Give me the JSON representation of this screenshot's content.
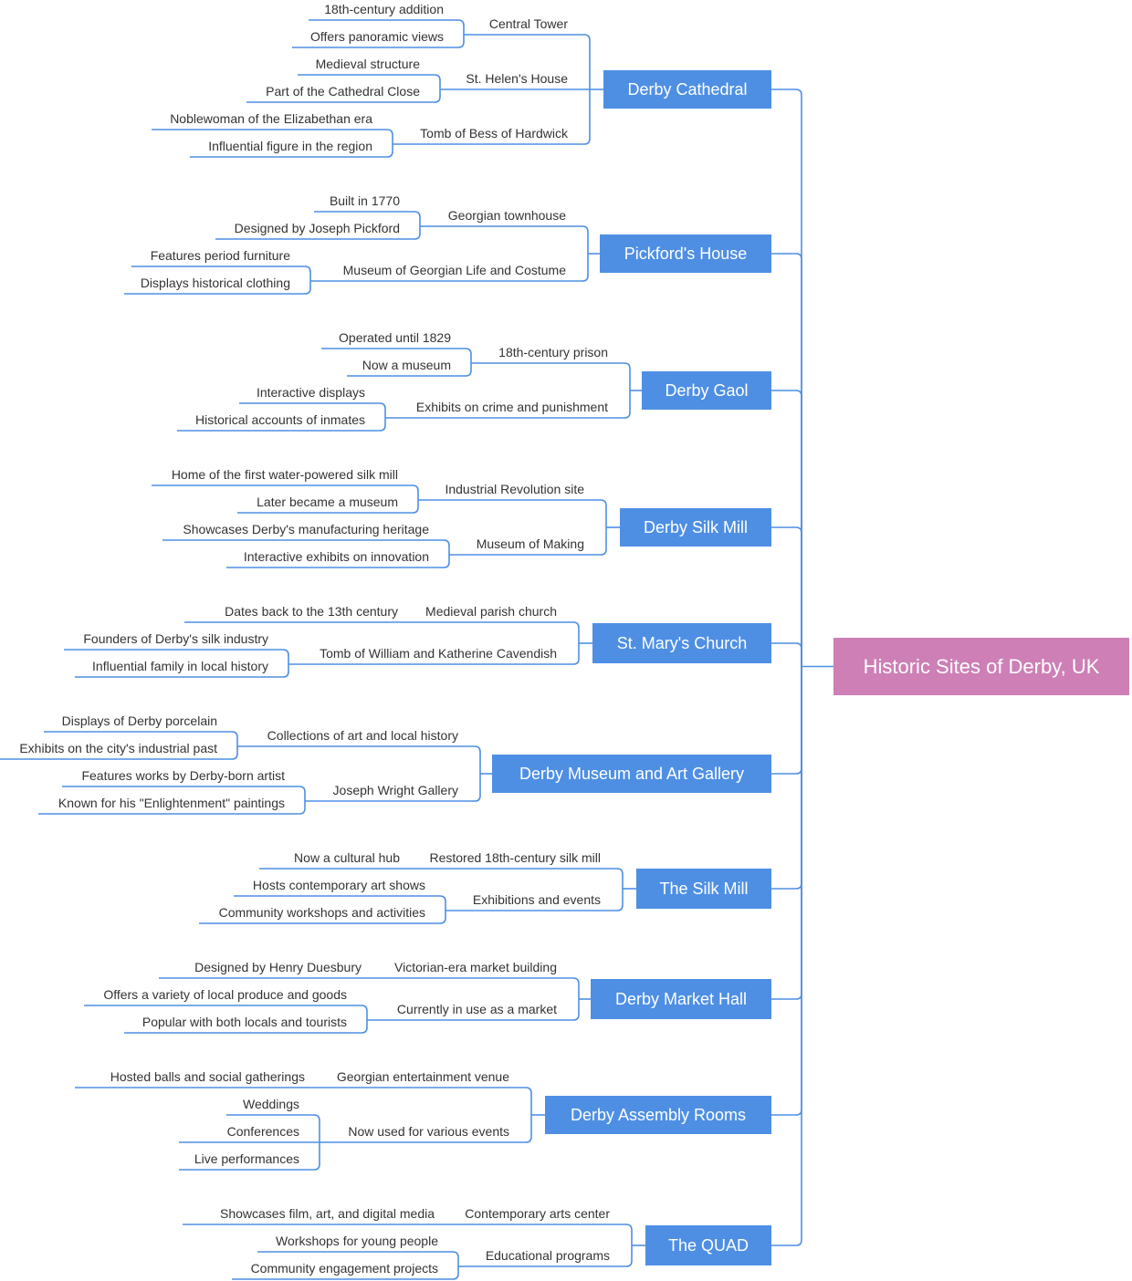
{
  "diagram": {
    "root": "Historic Sites of Derby, UK",
    "colors": {
      "root": "#cd7fb6",
      "site": "#4e8fe4",
      "line": "#4e8fe4",
      "text": "#333333"
    },
    "sites": [
      {
        "label": "Derby Cathedral",
        "children": [
          {
            "label": "Central Tower",
            "children": [
              "18th-century addition",
              "Offers panoramic views"
            ]
          },
          {
            "label": "St. Helen's House",
            "children": [
              "Medieval structure",
              "Part of the Cathedral Close"
            ]
          },
          {
            "label": "Tomb of Bess of Hardwick",
            "children": [
              "Noblewoman of the Elizabethan era",
              "Influential figure in the region"
            ]
          }
        ]
      },
      {
        "label": "Pickford's House",
        "children": [
          {
            "label": "Georgian townhouse",
            "children": [
              "Built in 1770",
              "Designed by Joseph Pickford"
            ]
          },
          {
            "label": "Museum of Georgian Life and Costume",
            "children": [
              "Features period furniture",
              "Displays historical clothing"
            ]
          }
        ]
      },
      {
        "label": "Derby Gaol",
        "children": [
          {
            "label": "18th-century prison",
            "children": [
              "Operated until 1829",
              "Now a museum"
            ]
          },
          {
            "label": "Exhibits on crime and punishment",
            "children": [
              "Interactive displays",
              "Historical accounts of inmates"
            ]
          }
        ]
      },
      {
        "label": "Derby Silk Mill",
        "children": [
          {
            "label": "Industrial Revolution site",
            "children": [
              "Home of the first water-powered silk mill",
              "Later became a museum"
            ]
          },
          {
            "label": "Museum of Making",
            "children": [
              "Showcases Derby's manufacturing heritage",
              "Interactive exhibits on innovation"
            ]
          }
        ]
      },
      {
        "label": "St. Mary's Church",
        "children": [
          {
            "label": "Medieval parish church",
            "children": [
              "Dates back to the 13th century"
            ]
          },
          {
            "label": "Tomb of William and Katherine Cavendish",
            "children": [
              "Founders of Derby's silk industry",
              "Influential family in local history"
            ]
          }
        ]
      },
      {
        "label": "Derby Museum and Art Gallery",
        "children": [
          {
            "label": "Collections of art and local history",
            "children": [
              "Displays of Derby porcelain",
              "Exhibits on the city's industrial past"
            ]
          },
          {
            "label": "Joseph Wright Gallery",
            "children": [
              "Features works by Derby-born artist",
              "Known for his \"Enlightenment\" paintings"
            ]
          }
        ]
      },
      {
        "label": "The Silk Mill",
        "children": [
          {
            "label": "Restored 18th-century silk mill",
            "children": [
              "Now a cultural hub"
            ]
          },
          {
            "label": "Exhibitions and events",
            "children": [
              "Hosts contemporary art shows",
              "Community workshops and activities"
            ]
          }
        ]
      },
      {
        "label": "Derby Market Hall",
        "children": [
          {
            "label": "Victorian-era market building",
            "children": [
              "Designed by Henry Duesbury"
            ]
          },
          {
            "label": "Currently in use as a market",
            "children": [
              "Offers a variety of local produce and goods",
              "Popular with both locals and tourists"
            ]
          }
        ]
      },
      {
        "label": "Derby Assembly Rooms",
        "children": [
          {
            "label": "Georgian entertainment venue",
            "children": [
              "Hosted balls and social gatherings"
            ]
          },
          {
            "label": "Now used for various events",
            "children": [
              "Weddings",
              "Conferences",
              "Live performances"
            ]
          }
        ]
      },
      {
        "label": "The QUAD",
        "children": [
          {
            "label": "Contemporary arts center",
            "children": [
              "Showcases film, art, and digital media"
            ]
          },
          {
            "label": "Educational programs",
            "children": [
              "Workshops for young people",
              "Community engagement projects"
            ]
          }
        ]
      }
    ]
  }
}
